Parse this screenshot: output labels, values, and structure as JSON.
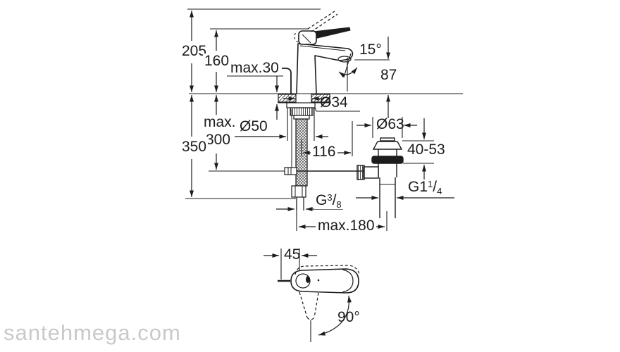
{
  "watermark": "santehmega.com",
  "colors": {
    "line": "#1c1c1c",
    "watermark": "#c9c9c9",
    "background": "#ffffff"
  },
  "drawing": {
    "main_view": {
      "overall_height": "205",
      "spout_top_height": "160",
      "max_deck_thickness": "max.30",
      "aerator_angle": "15°",
      "spout_outlet_height": "87",
      "hole_diameter": "Ø34",
      "base_diameter": "Ø50",
      "max_rod_length_line1": "max.",
      "max_rod_length_line2": "300",
      "hose_length": "350",
      "spout_projection": "116",
      "hose_thread": {
        "prefix": "G",
        "numerator": "3",
        "slash": "/",
        "denominator": "8"
      },
      "max_rod_reach": "max.180"
    },
    "drain_view": {
      "flange_diameter": "Ø63",
      "mounting_range": "40-53",
      "tailpiece_thread": {
        "prefix": "G1",
        "numerator": "1",
        "slash": "/",
        "denominator": "4"
      }
    },
    "top_view": {
      "handle_offset": "45",
      "handle_swivel_angle": "90°"
    }
  }
}
